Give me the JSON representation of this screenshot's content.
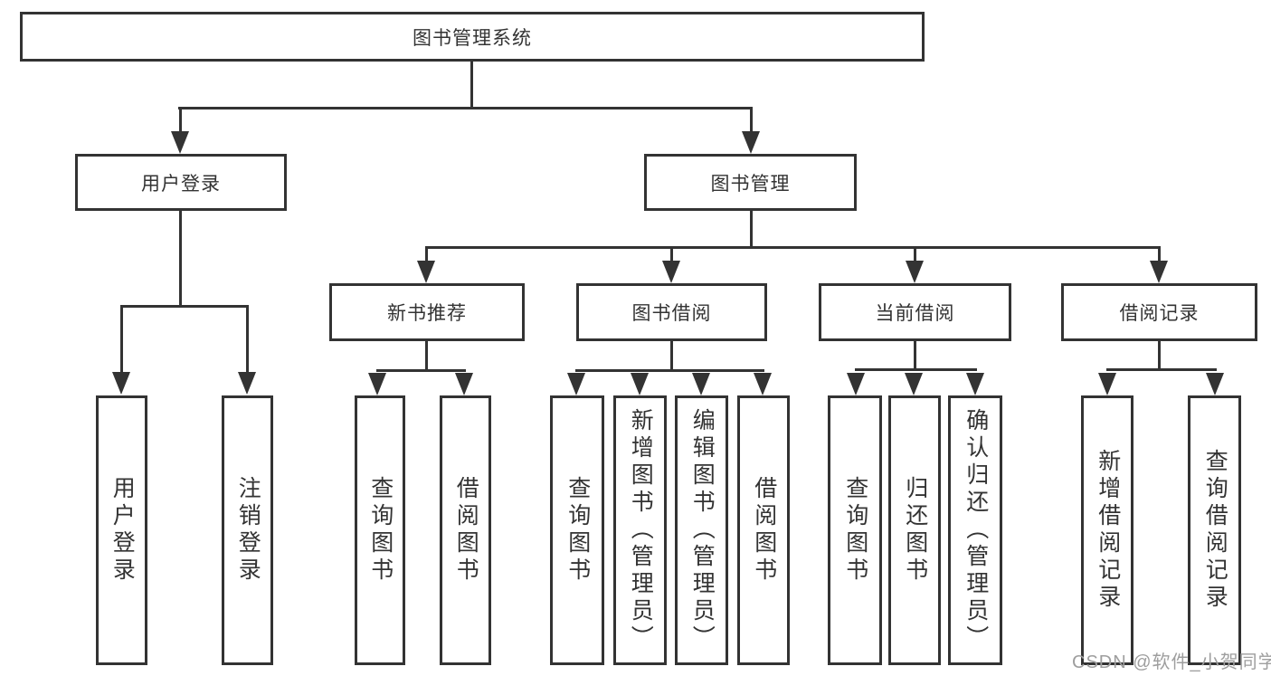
{
  "tree": {
    "label": "图书管理系统",
    "children": [
      {
        "label": "用户登录",
        "children": [
          {
            "label": "用户登录"
          },
          {
            "label": "注销登录"
          }
        ]
      },
      {
        "label": "图书管理",
        "children": [
          {
            "label": "新书推荐",
            "children": [
              {
                "label": "查询图书"
              },
              {
                "label": "借阅图书"
              }
            ]
          },
          {
            "label": "图书借阅",
            "children": [
              {
                "label": "查询图书"
              },
              {
                "label": "新增图书（管理员）"
              },
              {
                "label": "编辑图书（管理员）"
              },
              {
                "label": "借阅图书"
              }
            ]
          },
          {
            "label": "当前借阅",
            "children": [
              {
                "label": "查询图书"
              },
              {
                "label": "归还图书"
              },
              {
                "label": "确认归还（管理员）"
              }
            ]
          },
          {
            "label": "借阅记录",
            "children": [
              {
                "label": "新增借阅记录"
              },
              {
                "label": "查询借阅记录"
              }
            ]
          }
        ]
      }
    ]
  },
  "watermark": {
    "text": "CSDN @软件_小贺同学"
  },
  "colors": {
    "line": "#333333",
    "box_border": "#333333",
    "text": "#333333",
    "watermark": "#9e9e9e",
    "background": "#ffffff"
  }
}
